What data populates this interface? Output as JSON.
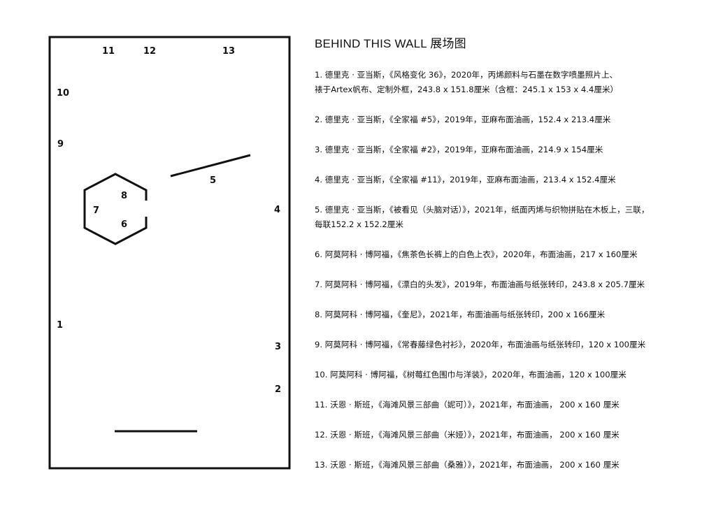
{
  "title": "BEHIND THIS WALL 展场图",
  "plan_labels": {
    "n1": "1",
    "n2": "2",
    "n3": "3",
    "n4": "4",
    "n5": "5",
    "n6": "6",
    "n7": "7",
    "n8": "8",
    "n9": "9",
    "n10": "10",
    "n11": "11",
    "n12": "12",
    "n13": "13"
  },
  "artworks": [
    {
      "lines": [
        "1. 德里克 · 亚当斯，《风格变化 36》，2020年，丙烯颜料与石墨在数字喷墨照片上、",
        "裱于Artex帆布、定制外框，243.8 x 151.8厘米（含框：245.1 x 153 x 4.4厘米）"
      ]
    },
    {
      "lines": [
        "2. 德里克 · 亚当斯，《全家福 #5》，2019年，亚麻布面油画，152.4 x 213.4厘米"
      ]
    },
    {
      "lines": [
        "3. 德里克 · 亚当斯，《全家福 #2》，2019年，亚麻布面油画，214.9 x 154厘米"
      ]
    },
    {
      "lines": [
        "4. 德里克 · 亚当斯，《全家福 #11》，2019年，亚麻布面油画，213.4 x 152.4厘米"
      ]
    },
    {
      "lines": [
        "5. 德里克 · 亚当斯，《被看见（头脑对话）》，2021年，纸面丙烯与织物拼贴在木板上，三联，",
        "每联152.2 x 152.2厘米"
      ]
    },
    {
      "lines": [
        "6. 阿莫阿科 · 博阿福，《焦茶色长裤上的白色上衣》，2020年，布面油画，217 x 160厘米"
      ]
    },
    {
      "lines": [
        "7. 阿莫阿科 · 博阿福，《漂白的头发》，2019年，布面油画与纸张转印，243.8 x 205.7厘米"
      ]
    },
    {
      "lines": [
        "8. 阿莫阿科 · 博阿福，《奎尼》，2021年，布面油画与纸张转印，200 x 166厘米"
      ]
    },
    {
      "lines": [
        "9. 阿莫阿科 · 博阿福，《常春藤绿色衬衫》，2020年，布面油画与纸张转印，120 x 100厘米"
      ]
    },
    {
      "lines": [
        "10. 阿莫阿科 · 博阿福，《树莓红色围巾与洋装》，2020年，布面油画，120 x 100厘米"
      ]
    },
    {
      "lines": [
        "11. 沃恩 · 斯班，《海滩风景三部曲（妮可）》，2021年，布面油画， 200 x 160 厘米"
      ]
    },
    {
      "lines": [
        "12. 沃恩 · 斯班，《海滩风景三部曲（米娅）》，2021年，布面油画， 200 x 160 厘米"
      ]
    },
    {
      "lines": [
        "13. 沃恩 · 斯班，《海滩风景三部曲（桑雅）》，2021年，布面油画， 200 x 160 厘米"
      ]
    }
  ]
}
